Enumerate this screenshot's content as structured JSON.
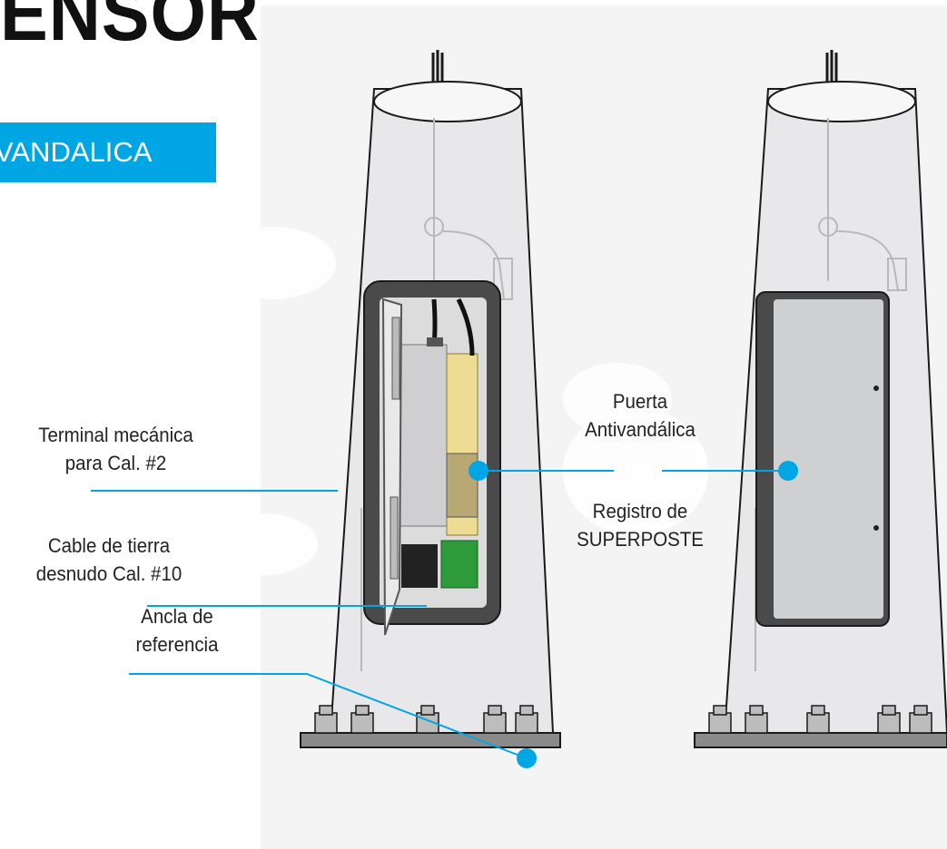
{
  "title": "ENSOR",
  "banner": "VANDALICA",
  "labels": {
    "terminal": [
      "Terminal mecánica",
      "para Cal. #2"
    ],
    "cable": [
      "Cable de tierra",
      "desnudo Cal. #10"
    ],
    "ancla": [
      "Ancla de",
      "referencia"
    ],
    "puerta": [
      "Puerta",
      "Antivandálica"
    ],
    "registro": [
      "Registro de",
      "SUPERPOSTE"
    ]
  },
  "colors": {
    "accent": "#00a6e3",
    "pole": "#e8e8ea",
    "outline": "#1a1a1a",
    "door_dark": "#4a4a4a",
    "door_panel": "#cfd0d2",
    "equipment_yellow": "#eddc92",
    "equipment_green": "#2e9b3a",
    "base_plate": "#8a8a8a"
  }
}
